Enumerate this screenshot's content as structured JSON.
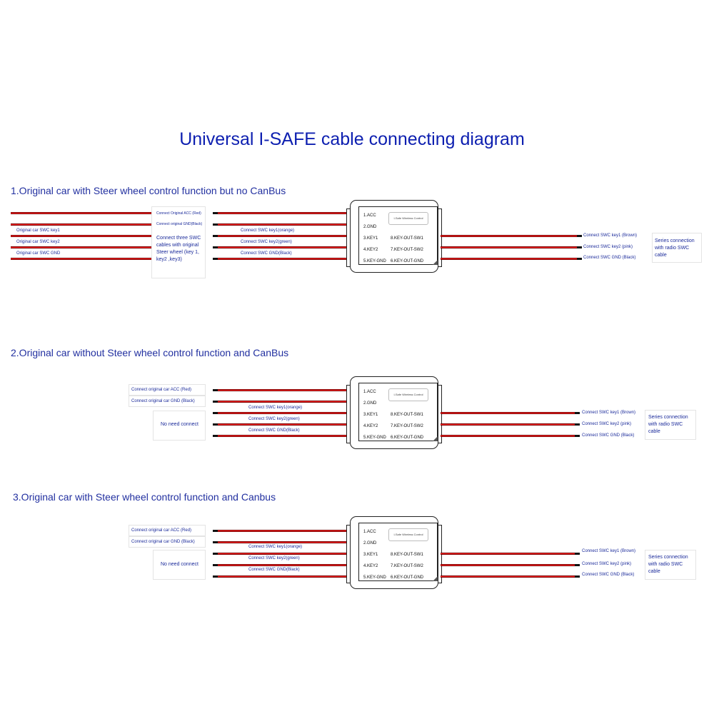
{
  "title": "Universal I-SAFE cable connecting diagram",
  "module": {
    "badge": "I-Safe Wireless Control",
    "pins_left": [
      "1.ACC",
      "2.GND",
      "3.KEY1",
      "4.KEY2",
      "5.KEY-GND"
    ],
    "pins_right": [
      "8.KEY-OUT-SW1",
      "7.KEY-OUT-SW2",
      "6.KEY-OUT-GND"
    ]
  },
  "colors": {
    "title": "#0d1fb0",
    "wire": "#ff2a2a",
    "label": "#1a2a9a"
  },
  "section1": {
    "title": "1.Original car with Steer wheel control function but no CanBus",
    "left_labels": [
      "Original car SWC key1",
      "Original car SWC key2",
      "Original car SWC GND"
    ],
    "mid_top_labels": [
      "Connect Original ACC (Red)",
      "Connect original GND(Black)"
    ],
    "note": "Connect three SWC cables with original Steer wheel (key 1, key2 ,key3)",
    "inner_labels": [
      "Connect SWC key1(orange)",
      "Connect SWC key2(green)",
      "Connect SWC GND(Black)"
    ],
    "right_labels": [
      "Connect SWC key1 (Brown)",
      "Connect SWC key2 (pink)",
      "Connect SWC GND (Black)"
    ],
    "series_note": "Series connection with radio SWC cable"
  },
  "section2": {
    "title": "2.Original car without  Steer wheel control function and CanBus",
    "left_labels": [
      "Connect original car ACC (Red)",
      "Connect original car GND (Black)"
    ],
    "no_need": "No need connect",
    "inner_labels": [
      "Connect SWC key1(orange)",
      "Connect SWC key2(green)",
      "Connect SWC GND(Black)"
    ],
    "right_labels": [
      "Connect SWC key1 (Brown)",
      "Connect SWC key2 (pink)",
      "Connect SWC GND (Black)"
    ],
    "series_note": "Series connection with radio SWC cable"
  },
  "section3": {
    "title": "3.Original car with Steer wheel control function and Canbus",
    "left_labels": [
      "Connect original car ACC (Red)",
      "Connect original car GND (Black)"
    ],
    "no_need": "No need connect",
    "inner_labels": [
      "Connect SWC key1(orange)",
      "Connect SWC key2(green)",
      "Connect SWC GND(Black)"
    ],
    "right_labels": [
      "Connect SWC key1 (Brown)",
      "Connect SWC key2 (pink)",
      "Connect SWC GND (Black)"
    ],
    "series_note": "Series connection with radio SWC cable"
  }
}
